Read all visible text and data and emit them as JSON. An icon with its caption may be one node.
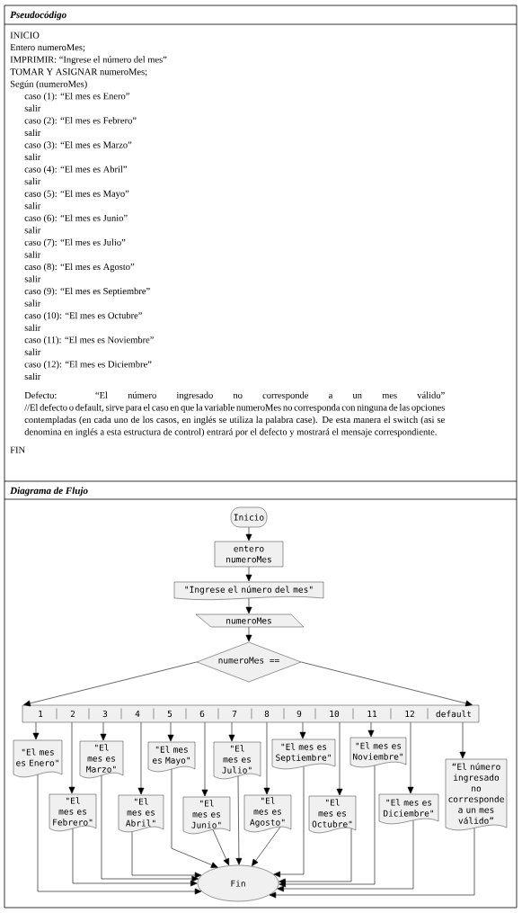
{
  "diagram": {
    "nodes": [
      {
        "text": [
          "Inicio"
        ]
      },
      {
        "text": [
          "entero numeroMes"
        ]
      },
      {
        "text": [
          "\"Ingrese el número del mes\""
        ]
      },
      {
        "text": [
          "numeroMes"
        ]
      },
      {
        "text": [
          "numeroMes =="
        ]
      },
      {
        "text": [
          "1",
          "2",
          "3",
          "4",
          "5",
          "6",
          "7",
          "8",
          "9",
          "10",
          "11",
          "12",
          "default"
        ]
      },
      {
        "text": [
          "\"El mes es Enero\""
        ]
      },
      {
        "text": [
          "\"El mes es Febrero\""
        ]
      },
      {
        "text": [
          "\"El mes es Marzo\""
        ]
      },
      {
        "text": [
          "\"El mes es Abril\""
        ]
      },
      {
        "text": [
          "\"El mes es Mayo\""
        ]
      },
      {
        "text": [
          "\"El mes es Junio\""
        ]
      },
      {
        "text": [
          "\"El mes es Julio\""
        ]
      },
      {
        "text": [
          "\"El mes es Agosto\""
        ]
      },
      {
        "text": [
          "\"El mes es Septiembre\""
        ]
      },
      {
        "text": [
          "\"El mes es Octubre\""
        ]
      },
      {
        "text": [
          "\"El mes es Noviembre\""
        ]
      },
      {
        "text": [
          "\"El mes es Diciembre\""
        ]
      },
      {
        "text": [
          "“El número ingresado no corresponde a un mes válido”"
        ]
      },
      {
        "text": [
          "Fin"
        ]
      }
    ],
    "edges": [
      {
        "from": 0,
        "to": 1,
        "arrow": "to"
      },
      {
        "from": 1,
        "to": 2,
        "arrow": "to"
      },
      {
        "from": 2,
        "to": 3,
        "arrow": "to"
      },
      {
        "from": 3,
        "to": 4,
        "arrow": "to"
      },
      {
        "from": 4,
        "to": 5,
        "arrow": "to"
      },
      {
        "from": 4,
        "to": 5,
        "arrow": "to"
      },
      {
        "from": 5,
        "to": 6,
        "arrow": "to"
      },
      {
        "from": 5,
        "to": 7,
        "arrow": "to"
      },
      {
        "from": 5,
        "to": 8,
        "arrow": "to"
      },
      {
        "from": 5,
        "to": 9,
        "arrow": "to"
      },
      {
        "from": 5,
        "to": 10,
        "arrow": "to"
      },
      {
        "from": 5,
        "to": 11,
        "arrow": "to"
      },
      {
        "from": 5,
        "to": 12,
        "arrow": "to"
      },
      {
        "from": 5,
        "to": 13,
        "arrow": "to"
      },
      {
        "from": 5,
        "to": 14,
        "arrow": "to"
      },
      {
        "from": 5,
        "to": 15,
        "arrow": "to"
      },
      {
        "from": 5,
        "to": 16,
        "arrow": "to"
      },
      {
        "from": 5,
        "to": 17,
        "arrow": "to"
      },
      {
        "from": 5,
        "to": 18,
        "arrow": "to"
      },
      {
        "from": 6,
        "to": 19,
        "arrow": "to"
      },
      {
        "from": 7,
        "to": 19,
        "arrow": "to"
      },
      {
        "from": 8,
        "to": 19,
        "arrow": "to"
      },
      {
        "from": 9,
        "to": 19,
        "arrow": "to"
      },
      {
        "from": 10,
        "to": 19,
        "arrow": "to"
      },
      {
        "from": 11,
        "to": 19,
        "arrow": "to"
      },
      {
        "from": 12,
        "to": 19,
        "arrow": "to"
      },
      {
        "from": 13,
        "to": 19,
        "arrow": "to"
      },
      {
        "from": 14,
        "to": 19,
        "arrow": "to"
      },
      {
        "from": 15,
        "to": 19,
        "arrow": "to"
      },
      {
        "from": 16,
        "to": 19,
        "arrow": "to"
      },
      {
        "from": 17,
        "to": 19,
        "arrow": "to"
      },
      {
        "from": 18,
        "to": 19,
        "arrow": "to"
      }
    ],
    "labels": [
      "Pseudocódigo",
      "INICIO",
      "Entero numeroMes;",
      "IMPRIMIR: “Ingrese el número del mes”",
      "TOMAR Y ASIGNAR numeroMes;",
      "Según (numeroMes)",
      "caso (1): “El mes es Enero”",
      "salir",
      "caso (2): “El mes es Febrero”",
      "salir",
      "caso (3): “El mes es Marzo”",
      "salir",
      "caso (4): “El mes es Abril”",
      "salir",
      "caso (5): “El mes es Mayo”",
      "salir",
      "caso (6): “El mes es Junio”",
      "salir",
      "caso (7): “El mes es Julio”",
      "salir",
      "caso (8): “El mes es Agosto”",
      "salir",
      "caso (9): “El mes es Septiembre”",
      "salir",
      "caso (10): “El mes es Octubre”",
      "salir",
      "caso (11): “El mes es Noviembre”",
      "salir",
      "caso (12): “El mes es Diciembre”",
      "salir",
      "Defecto: “El número ingresado no corresponde a un mes válido”",
      "//El defecto o default, sirve para el caso en que la variable numeroMes no corresponda con ninguna de las opciones contempladas (en cada uno de los casos, en inglés se utiliza la palabra case). De esta manera el switch (asi se denomina en inglés a esta estructura de control) entrará por el defecto y mostrará el mensaje correspondiente.",
      "FIN",
      "Diagrama de Flujo"
    ]
  }
}
